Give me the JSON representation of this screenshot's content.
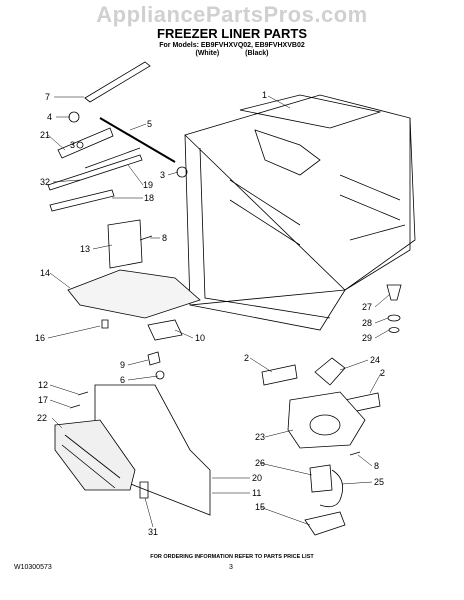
{
  "watermark": "AppliancePartsPros.com",
  "title": "FREEZER LINER PARTS",
  "models_line": "For Models: EB9FVHXVQ02, EB9FVHXVB02",
  "color_white": "(White)",
  "color_black": "(Black)",
  "callouts": [
    "1",
    "2",
    "2",
    "3",
    "3",
    "5",
    "6",
    "7",
    "8",
    "8",
    "9",
    "10",
    "11",
    "12",
    "13",
    "14",
    "15",
    "16",
    "17",
    "18",
    "19",
    "20",
    "21",
    "22",
    "23",
    "24",
    "25",
    "26",
    "27",
    "28",
    "29",
    "31",
    "32",
    "4"
  ],
  "footer_note": "FOR ORDERING INFORMATION REFER TO PARTS PRICE LIST",
  "doc_id": "W10300573",
  "page_number": "3"
}
